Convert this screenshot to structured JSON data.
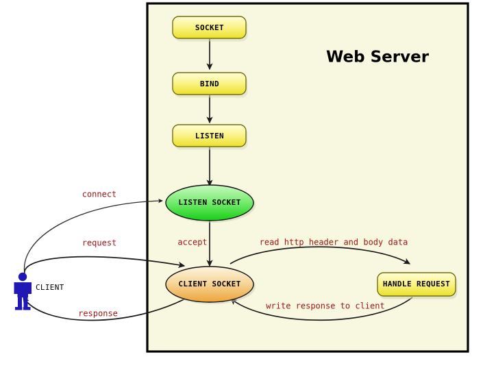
{
  "panel": {
    "title": "Web Server",
    "background_color": "#f8f8e0",
    "border_color": "#000000"
  },
  "colors": {
    "box_fill_top": "#fdfdc8",
    "box_fill_bottom": "#ede33a",
    "box_border": "#7a7a16",
    "listen_socket_fill_top": "#b6f5b0",
    "listen_socket_fill_bottom": "#2fd42f",
    "client_socket_fill_top": "#fbf0d2",
    "client_socket_fill_bottom": "#efa83c",
    "edge_label_color": "#a01818",
    "client_icon_color": "#1f18b4",
    "arrow_color": "#1a1a1a"
  },
  "nodes": [
    {
      "id": "socket",
      "label": "SOCKET",
      "shape": "rounded-box",
      "fill": "yellow"
    },
    {
      "id": "bind",
      "label": "BIND",
      "shape": "rounded-box",
      "fill": "yellow"
    },
    {
      "id": "listen",
      "label": "LISTEN",
      "shape": "rounded-box",
      "fill": "yellow"
    },
    {
      "id": "listen-socket",
      "label": "LISTEN SOCKET",
      "shape": "ellipse",
      "fill": "green"
    },
    {
      "id": "client-socket",
      "label": "CLIENT SOCKET",
      "shape": "ellipse",
      "fill": "orange"
    },
    {
      "id": "handle-request",
      "label": "HANDLE REQUEST",
      "shape": "rounded-box",
      "fill": "yellow"
    }
  ],
  "actor": {
    "id": "client",
    "label": "CLIENT",
    "icon": "person-icon"
  },
  "edges": [
    {
      "id": "socket-to-bind",
      "label": "",
      "from": "socket",
      "to": "bind"
    },
    {
      "id": "bind-to-listen",
      "label": "",
      "from": "bind",
      "to": "listen"
    },
    {
      "id": "listen-to-listen-socket",
      "label": "",
      "from": "listen",
      "to": "listen-socket"
    },
    {
      "id": "client-connect",
      "label": "connect",
      "from": "client",
      "to": "listen-socket"
    },
    {
      "id": "accept",
      "label": "accept",
      "from": "listen-socket",
      "to": "client-socket"
    },
    {
      "id": "client-request",
      "label": "request",
      "from": "client",
      "to": "client-socket"
    },
    {
      "id": "read-http",
      "label": "read http header and body data",
      "from": "client-socket",
      "to": "handle-request"
    },
    {
      "id": "write-response",
      "label": "write response to client",
      "from": "handle-request",
      "to": "client-socket"
    },
    {
      "id": "client-response",
      "label": "response",
      "from": "client-socket",
      "to": "client"
    }
  ]
}
